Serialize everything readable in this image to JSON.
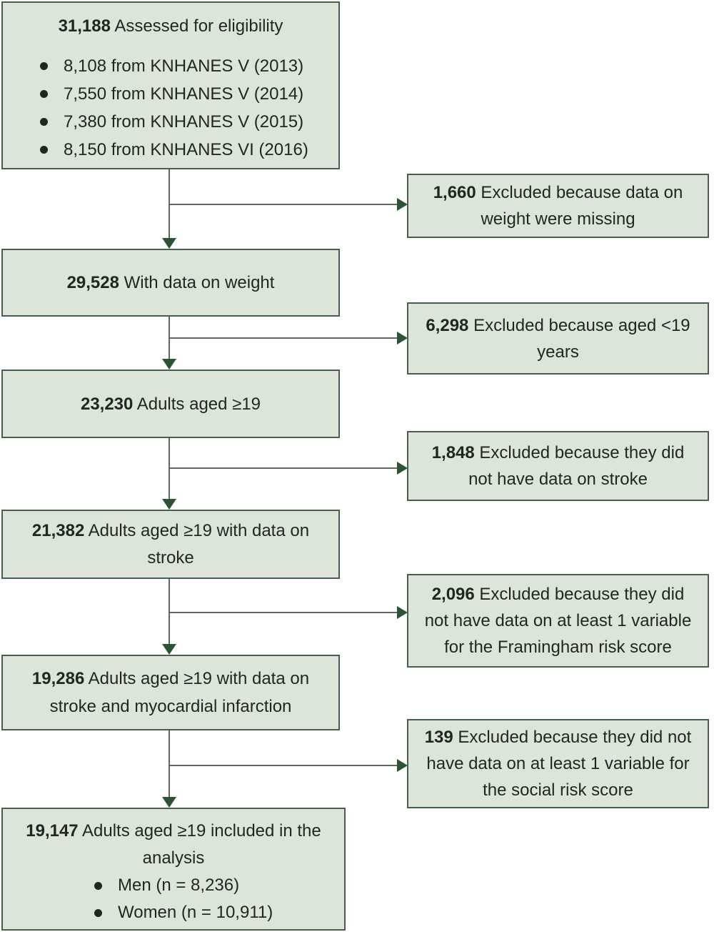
{
  "flow": {
    "main": [
      {
        "number": "31,188",
        "label": "Assessed for eligibility",
        "items": [
          "8,108 from KNHANES V (2013)",
          "7,550 from KNHANES V (2014)",
          "7,380 from KNHANES V (2015)",
          "8,150 from KNHANES VI (2016)"
        ]
      },
      {
        "number": "29,528",
        "label": "With data on weight"
      },
      {
        "number": "23,230",
        "label": "Adults aged ≥19"
      },
      {
        "number": "21,382",
        "label": "Adults aged ≥19 with data on stroke"
      },
      {
        "number": "19,286",
        "label": "Adults aged ≥19 with data on stroke and myocardial infarction"
      },
      {
        "number": "19,147",
        "label": "Adults aged ≥19 included in the analysis",
        "items": [
          "Men (n = 8,236)",
          "Women (n = 10,911)"
        ]
      }
    ],
    "exclusions": [
      {
        "number": "1,660",
        "label": "Excluded because data on weight were missing"
      },
      {
        "number": "6,298",
        "label": "Excluded because aged <19 years"
      },
      {
        "number": "1,848",
        "label": "Excluded because they did not have data on stroke"
      },
      {
        "number": "2,096",
        "label": "Excluded because they did not have data on at least 1 variable for the Framingham risk score"
      },
      {
        "number": "139",
        "label": "Excluded because they did not have data on at least 1 variable for the social risk score"
      }
    ]
  },
  "colors": {
    "box_fill": "#dde4d9",
    "box_border": "#47604c",
    "connector_line": "#5c6a5d",
    "arrowhead": "#2a5533",
    "text": "#1f271f"
  }
}
